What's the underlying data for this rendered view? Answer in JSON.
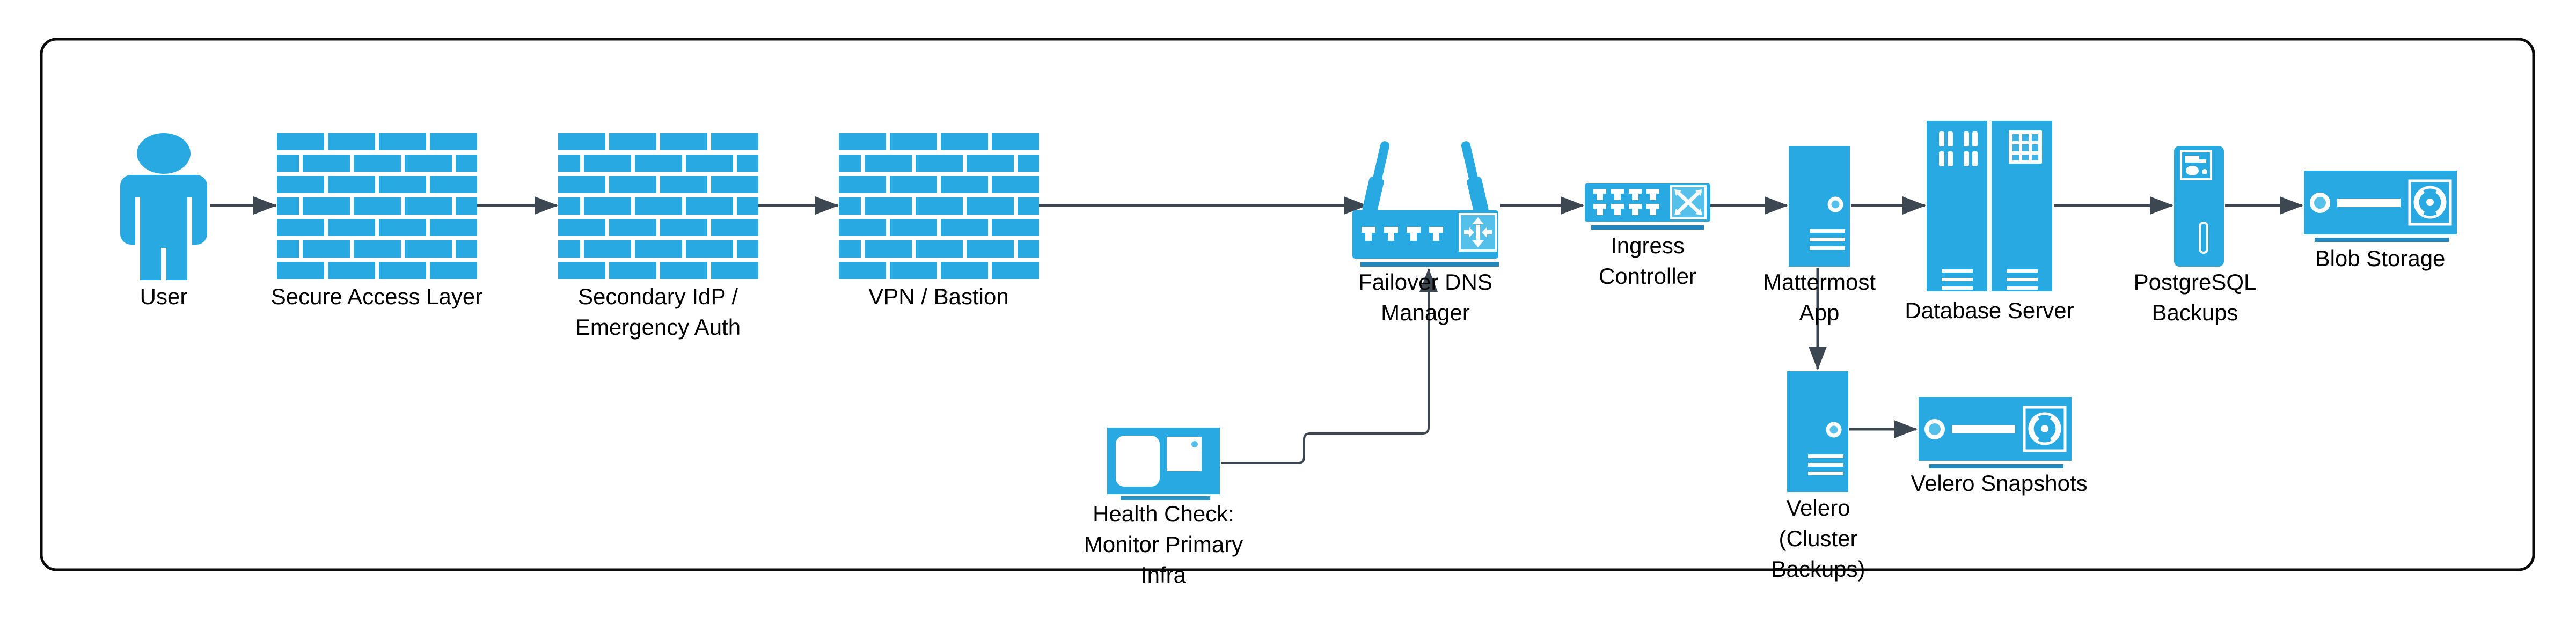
{
  "colors": {
    "icon_blue": "#29A9E1",
    "icon_light_blue": "#55C0EA",
    "accent_dark_blue": "#2187BC",
    "arrow": "#3D4751",
    "frame": "#0A0A0A",
    "label_text": "#000000"
  },
  "nodes": {
    "user": {
      "label": "User",
      "icon": "person-icon"
    },
    "secure_access": {
      "label": "Secure Access Layer",
      "icon": "firewall-icon"
    },
    "secondary_idp": {
      "label": "Secondary IdP /\nEmergency Auth",
      "icon": "firewall-icon"
    },
    "vpn_bastion": {
      "label": "VPN / Bastion",
      "icon": "firewall-icon"
    },
    "failover_dns": {
      "label": "Failover DNS\nManager",
      "icon": "wireless-router-icon"
    },
    "ingress_controller": {
      "label": "Ingress\nController",
      "icon": "network-switch-icon"
    },
    "mattermost_app": {
      "label": "Mattermost\nApp",
      "icon": "server-tower-icon"
    },
    "database_server": {
      "label": "Database Server",
      "icon": "rack-servers-icon"
    },
    "postgresql_backups": {
      "label": "PostgreSQL\nBackups",
      "icon": "backup-server-icon"
    },
    "blob_storage": {
      "label": "Blob Storage",
      "icon": "storage-device-icon"
    },
    "health_check": {
      "label": "Health Check:\nMonitor Primary\nInfra",
      "icon": "monitor-icon"
    },
    "velero": {
      "label": "Velero\n(Cluster\nBackups)",
      "icon": "server-tower-icon"
    },
    "velero_snapshots": {
      "label": "Velero Snapshots",
      "icon": "storage-device-icon"
    }
  },
  "edges": [
    {
      "from": "user",
      "to": "secure_access"
    },
    {
      "from": "secure_access",
      "to": "secondary_idp"
    },
    {
      "from": "secondary_idp",
      "to": "vpn_bastion"
    },
    {
      "from": "vpn_bastion",
      "to": "failover_dns"
    },
    {
      "from": "failover_dns",
      "to": "ingress_controller"
    },
    {
      "from": "ingress_controller",
      "to": "mattermost_app"
    },
    {
      "from": "mattermost_app",
      "to": "database_server"
    },
    {
      "from": "database_server",
      "to": "postgresql_backups"
    },
    {
      "from": "postgresql_backups",
      "to": "blob_storage"
    },
    {
      "from": "mattermost_app",
      "to": "velero"
    },
    {
      "from": "velero",
      "to": "velero_snapshots"
    },
    {
      "from": "health_check",
      "to": "failover_dns"
    }
  ]
}
